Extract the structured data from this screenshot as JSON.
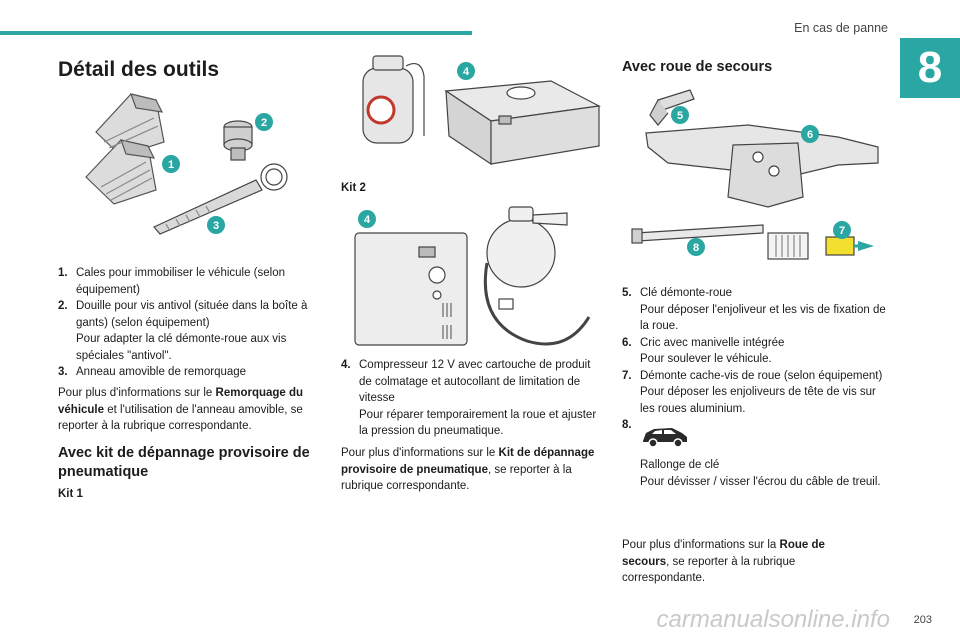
{
  "header": {
    "section_title": "En cas de panne",
    "chapter_number": "8"
  },
  "col1": {
    "title": "Détail des outils",
    "items": [
      {
        "num": "1.",
        "text": "Cales pour immobiliser le véhicule (selon équipement)",
        "sub": ""
      },
      {
        "num": "2.",
        "text": "Douille pour vis antivol (située dans la boîte à gants) (selon équipement)",
        "sub": "Pour adapter la clé démonte-roue aux vis spéciales \"antivol\"."
      },
      {
        "num": "3.",
        "text": "Anneau amovible de remorquage",
        "sub": ""
      }
    ],
    "info_prefix": "Pour plus d'informations sur le ",
    "info_bold": "Remorquage du véhicule",
    "info_suffix": " et l'utilisation de l'anneau amovible, se reporter à la rubrique correspondante.",
    "subtitle": "Avec kit de dépannage provisoire de pneumatique",
    "kit1_label": "Kit 1"
  },
  "col2": {
    "kit2_label": "Kit 2",
    "items": [
      {
        "num": "4.",
        "text": "Compresseur 12 V avec cartouche de produit de colmatage et autocollant de limitation de vitesse",
        "sub": "Pour réparer temporairement la roue et ajuster la pression du pneumatique."
      }
    ],
    "info_prefix": "Pour plus d'informations sur le ",
    "info_bold": "Kit de dépannage provisoire de pneumatique",
    "info_suffix": ", se reporter à la rubrique correspondante."
  },
  "col3": {
    "title": "Avec roue de secours",
    "items": [
      {
        "num": "5.",
        "text": "Clé démonte-roue",
        "sub": "Pour déposer l'enjoliveur et les vis de fixation de la roue."
      },
      {
        "num": "6.",
        "text": "Cric avec manivelle intégrée",
        "sub": "Pour soulever le véhicule."
      },
      {
        "num": "7.",
        "text": "Démonte cache-vis de roue (selon équipement)",
        "sub": "Pour déposer les enjoliveurs de tête de vis sur les roues aluminium."
      }
    ],
    "item8_num": "8.",
    "item8_text": "Rallonge de clé",
    "item8_sub": "Pour dévisser / visser l'écrou du câble de treuil.",
    "info_prefix": "Pour plus d'informations sur la ",
    "info_bold": "Roue de secours",
    "info_suffix": ", se reporter à la rubrique correspondante."
  },
  "figure_badges": [
    "1",
    "2",
    "3",
    "4",
    "4",
    "5",
    "6",
    "7",
    "8"
  ],
  "page_number": "203",
  "watermark": "carmanualsonline.info",
  "colors": {
    "accent": "#2aa7a2",
    "text": "#1c1c1c",
    "tool_yellow": "#f3df2e"
  }
}
